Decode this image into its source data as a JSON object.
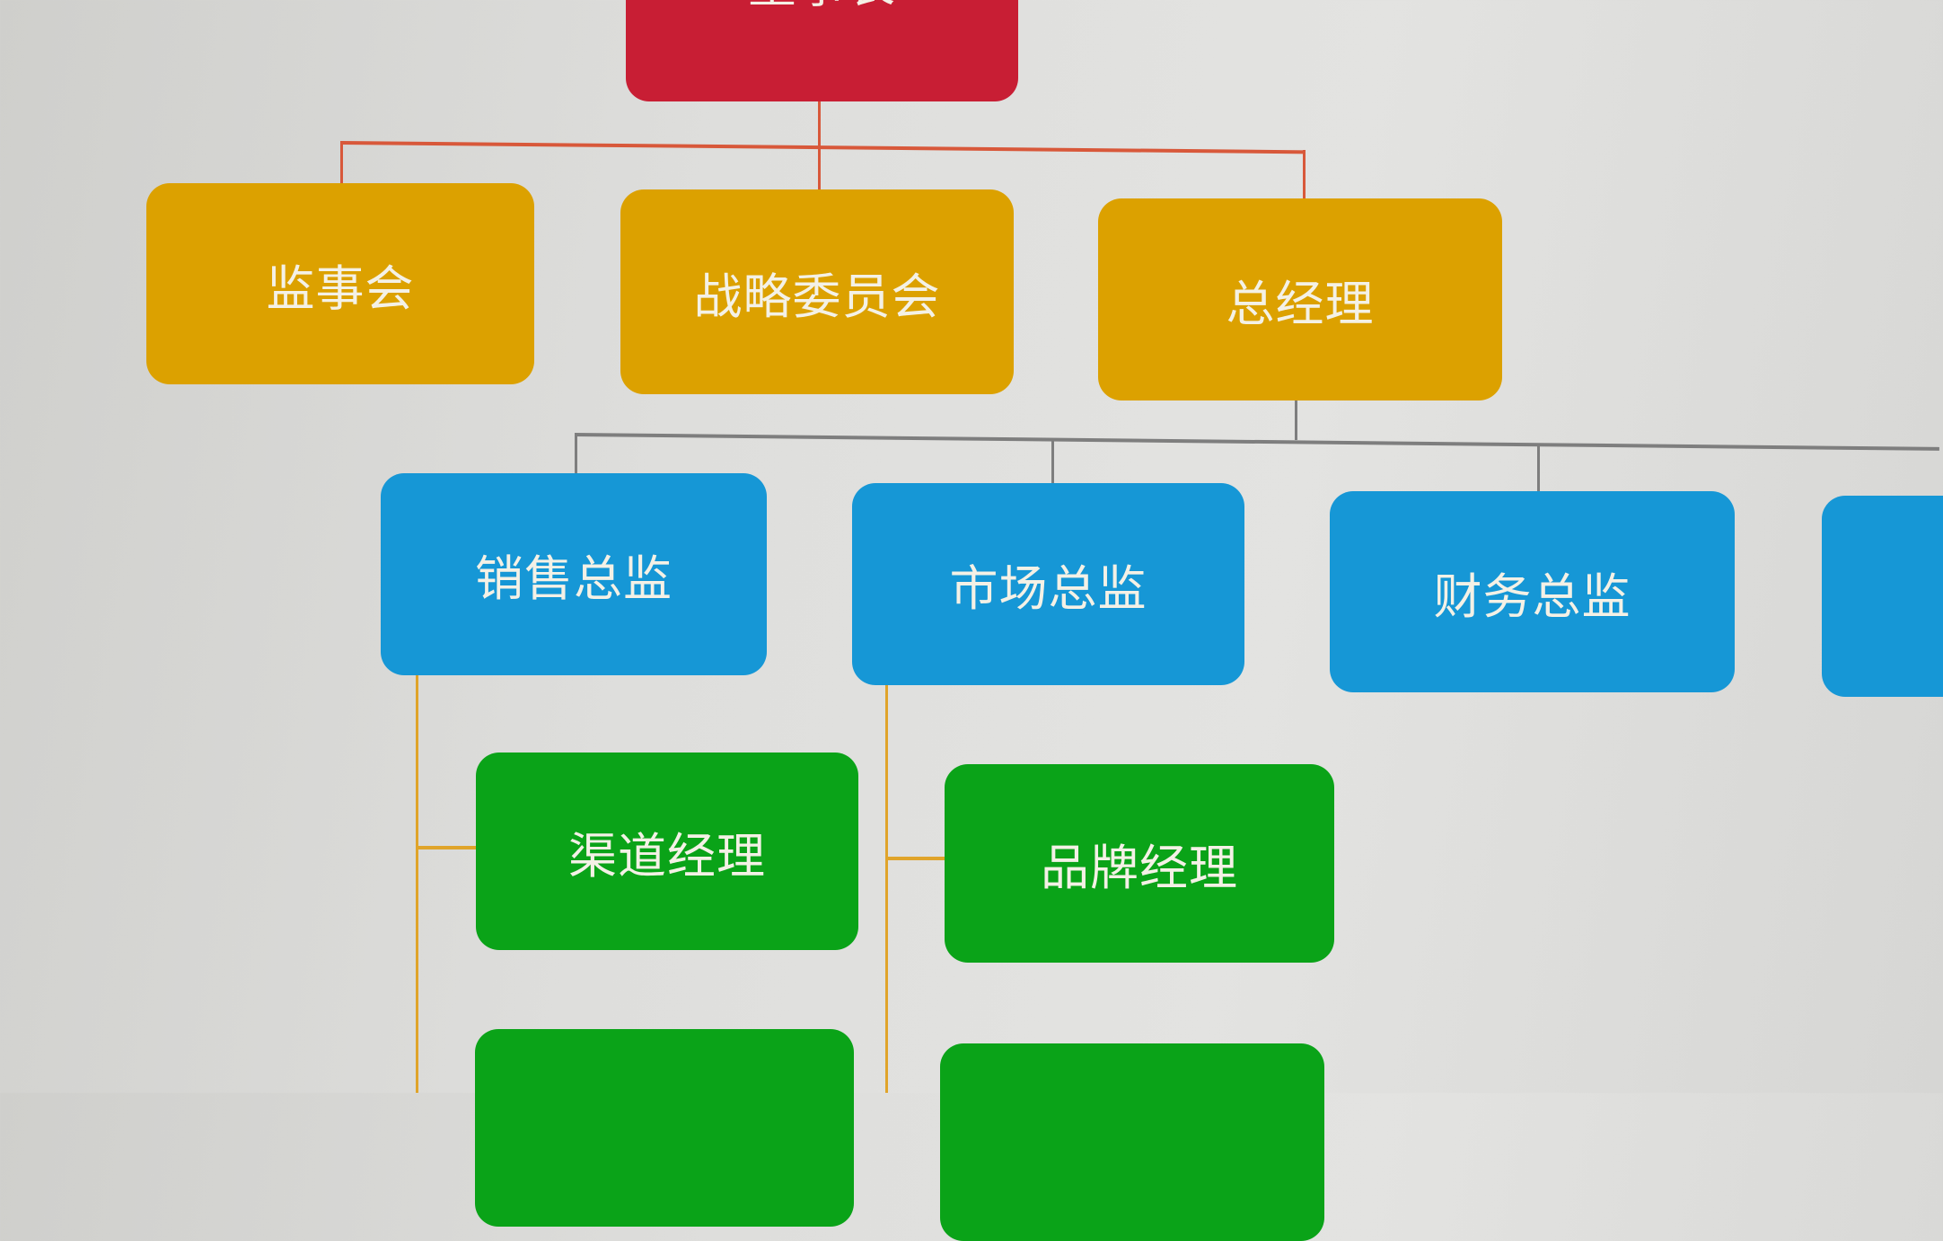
{
  "diagram": {
    "root": {
      "label": "董事长",
      "color": "#c81e34"
    },
    "level2": [
      {
        "label": "监事会",
        "color": "#dca100"
      },
      {
        "label": "战略委员会",
        "color": "#dca100"
      },
      {
        "label": "总经理",
        "color": "#dca100"
      }
    ],
    "level3": [
      {
        "label": "销售总监",
        "color": "#1697d6"
      },
      {
        "label": "市场总监",
        "color": "#1697d6"
      },
      {
        "label": "财务总监",
        "color": "#1697d6"
      },
      {
        "label": "",
        "color": "#1697d6"
      }
    ],
    "level4": [
      {
        "label": "渠道经理",
        "color": "#0aa318"
      },
      {
        "label": "品牌经理",
        "color": "#0aa318"
      },
      {
        "label": "",
        "color": "#0aa318"
      },
      {
        "label": "",
        "color": "#0aa318"
      }
    ]
  }
}
